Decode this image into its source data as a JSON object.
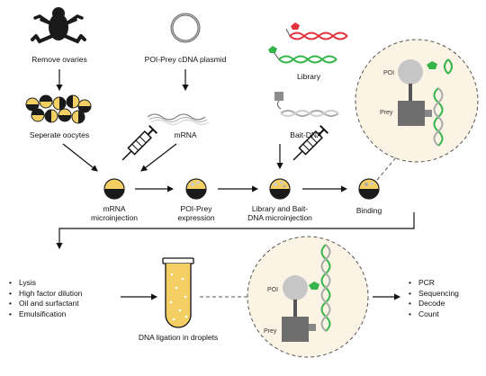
{
  "labels": {
    "remove_ovaries": "Remove ovaries",
    "plasmid": "POI-Prey cDNA plasmid",
    "library": "Library",
    "separate_oocytes": "Seperate oocytes",
    "mrna": "mRNA",
    "bait_dna": "Bait-DNA",
    "mrna_microinjection": [
      "mRNA",
      "microinjection"
    ],
    "poi_prey_expression": [
      "POI-Prey",
      "expression"
    ],
    "library_microinjection": [
      "Library and Bait-",
      "DNA microinjection"
    ],
    "binding": "Binding",
    "droplet_ligation": "DNA ligation in droplets",
    "poi": "POI",
    "prey": "Prey"
  },
  "steps_left": [
    "Lysis",
    "High factor dilution",
    "Oil and surfactant",
    "Emulsification"
  ],
  "steps_right": [
    "PCR",
    "Sequencing",
    "Decode",
    "Count"
  ],
  "colors": {
    "yolk": "#f4cf63",
    "dark": "#1a1a1a",
    "dna_green": "#35b44a",
    "dna_red": "#e2323e",
    "bait_grey": "#8c8c8c",
    "circle_fill": "#fbf3e3"
  }
}
